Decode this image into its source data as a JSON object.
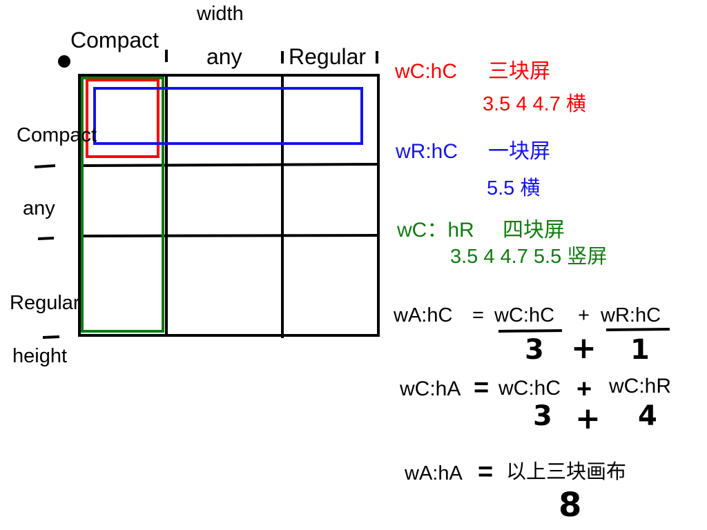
{
  "axes": {
    "width_label": "width",
    "height_label": "height",
    "col_compact": "Compact",
    "col_any": "any",
    "col_regular": "Regular",
    "row_compact": "Compact",
    "row_any": "any",
    "row_regular": "Regular"
  },
  "notes": {
    "wc_hc": {
      "label": "wC:hC",
      "count": "三块屏",
      "sizes": "3.5 4 4.7 横",
      "color": "#ff0000"
    },
    "wr_hc": {
      "label": "wR:hC",
      "count": "一块屏",
      "sizes": "5.5 横",
      "color": "#1414e6"
    },
    "wc_hr": {
      "label": "wC：hR",
      "count": "四块屏",
      "sizes": "3.5 4 4.7 5.5 竖屏",
      "color": "#117a11"
    }
  },
  "equations": {
    "eq1": {
      "lhs": "wA:hC",
      "eq": "=",
      "t1": "wC:hC",
      "plus": "+",
      "t2": "wR:hC",
      "n1": "3",
      "nplus": "+",
      "n2": "1"
    },
    "eq2": {
      "lhs": "wC:hA",
      "eq": "=",
      "t1": "wC:hC",
      "plus": "+",
      "t2": "wC:hR",
      "n1": "3",
      "nplus": "+",
      "n2": "4"
    },
    "eq3": {
      "lhs": "wA:hA",
      "eq": "=",
      "text": "以上三块画布",
      "n": "8"
    }
  }
}
